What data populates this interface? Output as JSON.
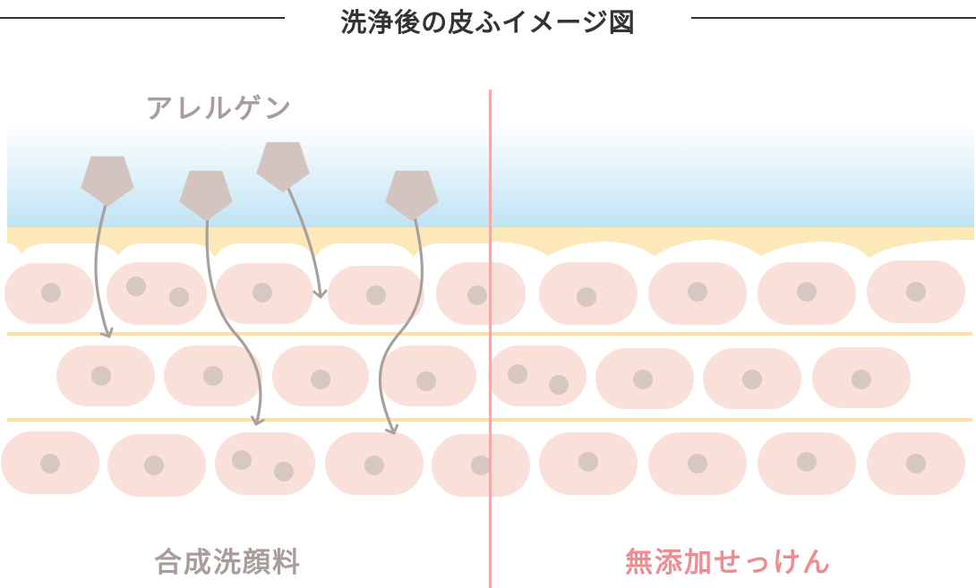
{
  "title": "洗浄後の皮ふイメージ図",
  "labels": {
    "allergen": "アレルゲン",
    "left_caption": "合成洗顔料",
    "right_caption": "無添加せっけん"
  },
  "colors": {
    "title_text": "#333333",
    "rule_line": "#333333",
    "allergen_label": "#a89d9b",
    "left_caption": "#a89d9b",
    "right_caption": "#ee8d91",
    "divider": "#f1a9ab",
    "barrier_top": "#ffffff",
    "barrier_bottom": "#bde2f4",
    "sebum": "#fde8b8",
    "cell_fill": "#f9e0d9",
    "nucleus": "#d6c7c0",
    "layer_line": "#fbe2a0",
    "allergen_fill": "#d4c4bf",
    "arrow": "#a8a09e"
  }
}
